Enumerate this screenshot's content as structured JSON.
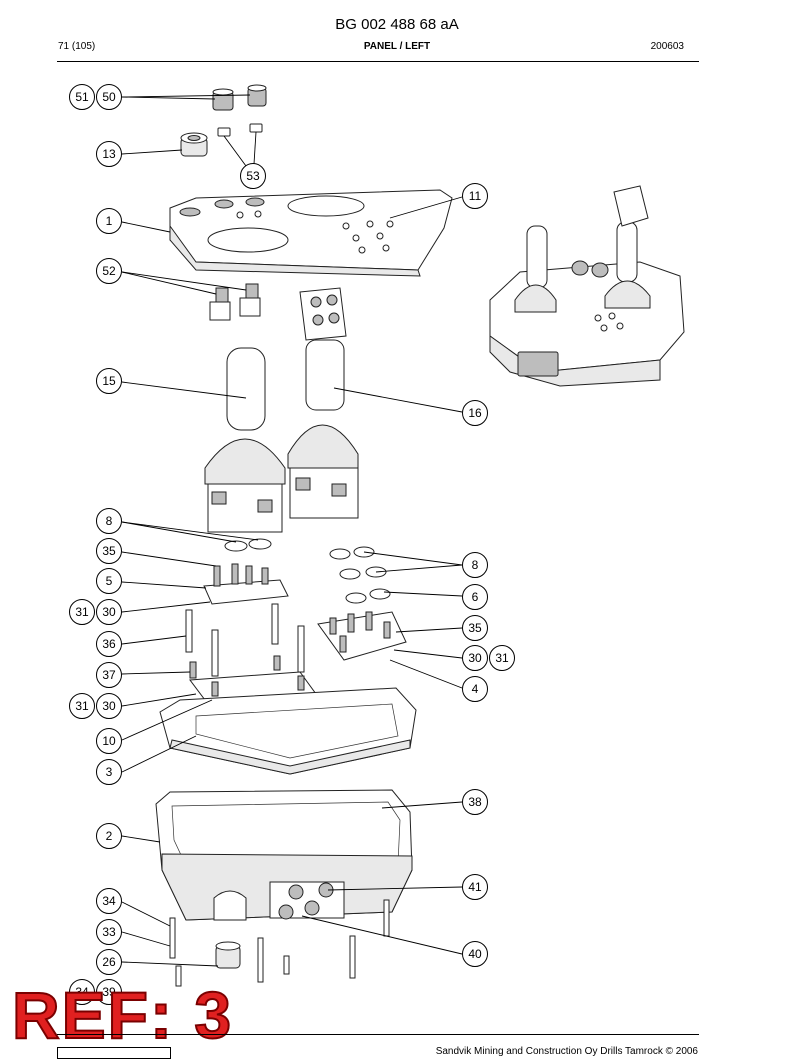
{
  "header": {
    "doc_number": "BG 002 488 68 aA",
    "page": "71 (105)",
    "section": "PANEL / LEFT",
    "date": "200603"
  },
  "footer": {
    "copyright": "Sandvik Mining and Construction Oy Drills Tamrock © 2006"
  },
  "stamp": {
    "text": "REF: 3",
    "color": "#e02020"
  },
  "callouts": [
    {
      "id": "c51",
      "label": "51"
    },
    {
      "id": "c50",
      "label": "50"
    },
    {
      "id": "c13",
      "label": "13"
    },
    {
      "id": "c53",
      "label": "53"
    },
    {
      "id": "c11",
      "label": "11"
    },
    {
      "id": "c1",
      "label": "1"
    },
    {
      "id": "c52",
      "label": "52"
    },
    {
      "id": "c15",
      "label": "15"
    },
    {
      "id": "c16",
      "label": "16"
    },
    {
      "id": "c8a",
      "label": "8"
    },
    {
      "id": "c35a",
      "label": "35"
    },
    {
      "id": "c8b",
      "label": "8"
    },
    {
      "id": "c5",
      "label": "5"
    },
    {
      "id": "c6",
      "label": "6"
    },
    {
      "id": "c31a",
      "label": "31"
    },
    {
      "id": "c30a",
      "label": "30"
    },
    {
      "id": "c35b",
      "label": "35"
    },
    {
      "id": "c36",
      "label": "36"
    },
    {
      "id": "c30b",
      "label": "30"
    },
    {
      "id": "c31b",
      "label": "31"
    },
    {
      "id": "c37",
      "label": "37"
    },
    {
      "id": "c4",
      "label": "4"
    },
    {
      "id": "c31c",
      "label": "31"
    },
    {
      "id": "c30c",
      "label": "30"
    },
    {
      "id": "c10",
      "label": "10"
    },
    {
      "id": "c3",
      "label": "3"
    },
    {
      "id": "c38",
      "label": "38"
    },
    {
      "id": "c2",
      "label": "2"
    },
    {
      "id": "c41",
      "label": "41"
    },
    {
      "id": "c34a",
      "label": "34"
    },
    {
      "id": "c33",
      "label": "33"
    },
    {
      "id": "c40",
      "label": "40"
    },
    {
      "id": "c26",
      "label": "26"
    },
    {
      "id": "c34b",
      "label": "34"
    },
    {
      "id": "c39",
      "label": "39"
    }
  ]
}
